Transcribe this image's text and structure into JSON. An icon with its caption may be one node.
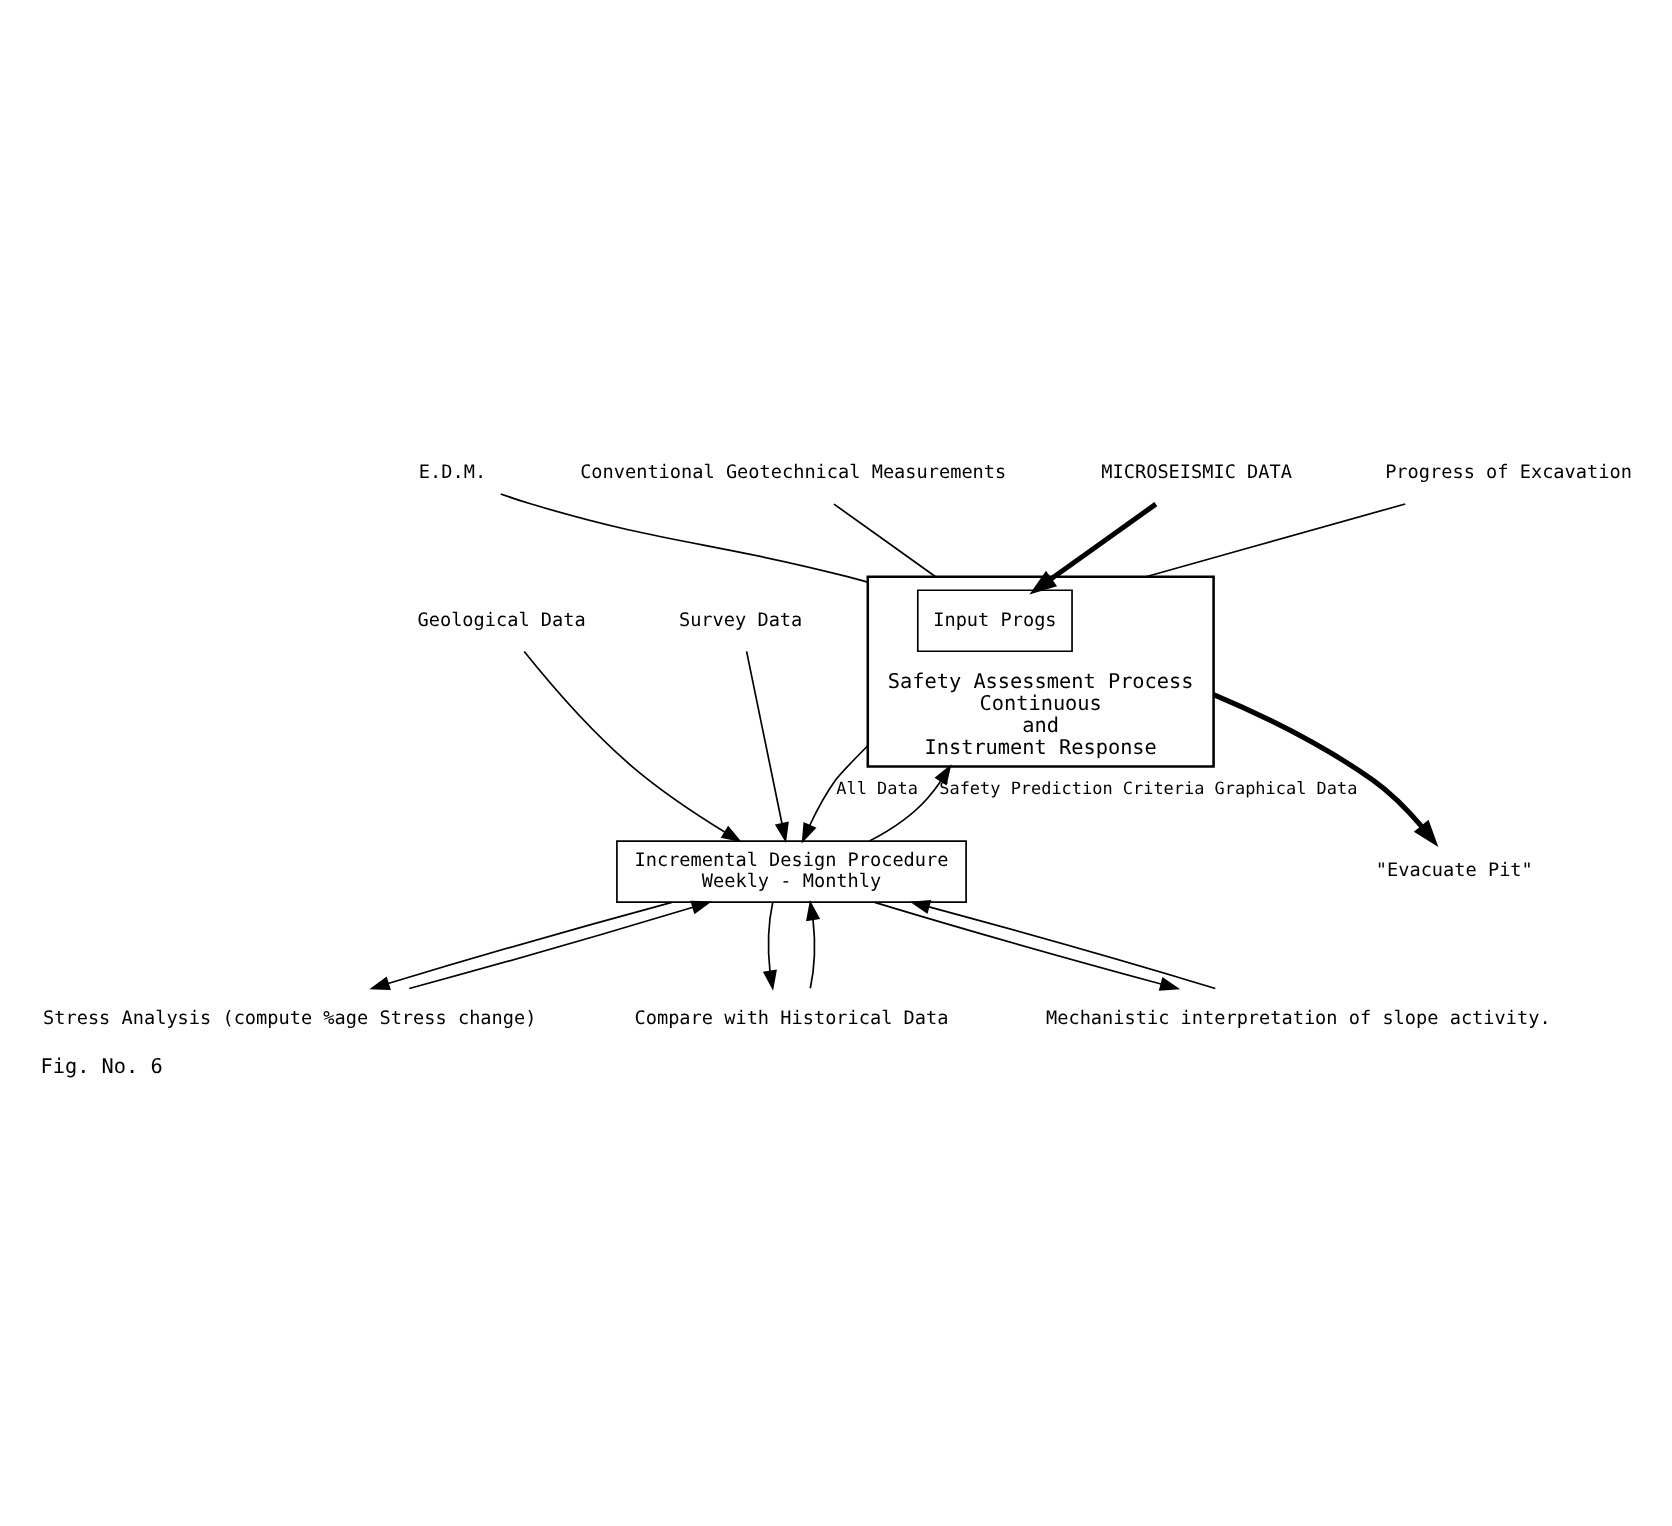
{
  "diagram": {
    "caption": "Fig. No. 6",
    "nodes": [
      {
        "text": [
          "Safety Assessment Process",
          "Continuous",
          "and",
          "Instrument Response"
        ]
      },
      {
        "text": [
          "Input Progs"
        ],
        "in": 0
      },
      {
        "text": [
          "E.D.M."
        ]
      },
      {
        "text": [
          "Conventional Geotechnical Measurements"
        ]
      },
      {
        "text": [
          "\"Evacuate Pit\""
        ]
      },
      {
        "text": [
          "MICROSEISMIC DATA"
        ]
      },
      {
        "text": [
          "Progress of Excavation"
        ]
      },
      {
        "text": [
          "Incremental Design Procedure",
          "Weekly - Monthly"
        ]
      },
      {
        "text": [
          "Stress Analysis (compute %age Stress change)"
        ]
      },
      {
        "text": [
          "Compare with Historical Data"
        ]
      },
      {
        "text": [
          "Mechanistic interpretation of slope activity."
        ]
      },
      {
        "text": [
          "Geological Data"
        ]
      },
      {
        "text": [
          "Survey Data"
        ]
      }
    ],
    "edges": [
      {
        "from": 2,
        "to": 0,
        "arrow": "none"
      },
      {
        "from": 3,
        "to": 0,
        "arrow": "none"
      },
      {
        "from": 0,
        "to": 4,
        "arrow": "to",
        "style": "thick"
      },
      {
        "from": 5,
        "to": 1,
        "arrow": "to",
        "style": "thick"
      },
      {
        "from": 6,
        "to": 0,
        "arrow": "none"
      },
      {
        "from": 0,
        "to": 7,
        "arrow": "to",
        "label": "All Data"
      },
      {
        "from": 7,
        "to": 0,
        "arrow": "to",
        "label": "Safety Prediction Criteria Graphical Data"
      },
      {
        "from": 7,
        "to": 8,
        "arrow": "to"
      },
      {
        "from": 8,
        "to": 7,
        "arrow": "to"
      },
      {
        "from": 7,
        "to": 9,
        "arrow": "to"
      },
      {
        "from": 9,
        "to": 7,
        "arrow": "to"
      },
      {
        "from": 7,
        "to": 10,
        "arrow": "to"
      },
      {
        "from": 10,
        "to": 7,
        "arrow": "to"
      },
      {
        "from": 11,
        "to": 7,
        "arrow": "to"
      },
      {
        "from": 12,
        "to": 7,
        "arrow": "to"
      }
    ]
  }
}
